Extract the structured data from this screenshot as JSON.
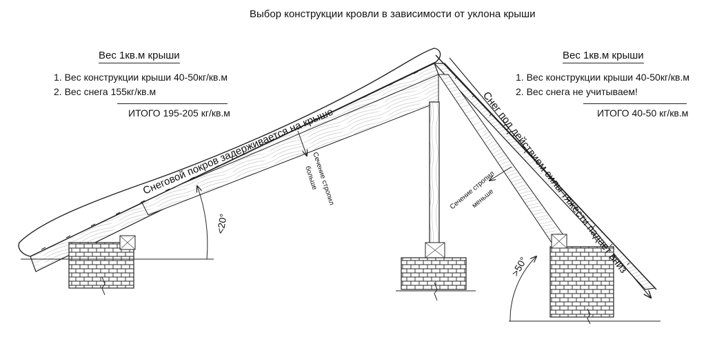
{
  "title": "Выбор конструкции кровли в зависимости от уклона крыши",
  "left": {
    "header": "Вес 1кв.м крыши",
    "items": [
      "1. Вес конструкции крыши 40-50кг/кв.м",
      "2. Вес снега 155кг/кв.м"
    ],
    "total": "ИТОГО 195-205 кг/кв.м",
    "slope_note": "Снеговой покров задерживается на крыше",
    "angle": "<20°",
    "section_line1": "Сечение стропил",
    "section_line2": "больше"
  },
  "right": {
    "header": "Вес 1кв.м крыши",
    "items": [
      "1. Вес конструкции крыши 40-50кг/кв.м",
      "2. Вес снега не учитываем!"
    ],
    "total": "ИТОГО 40-50 кг/кв.м",
    "slope_note": "Снег под действием силы тяжести падает вниз",
    "angle": ">50°",
    "section_line1": "Сечение стропил",
    "section_line2": "меньше"
  }
}
